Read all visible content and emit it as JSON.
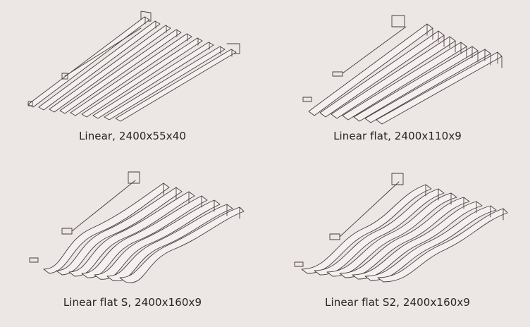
{
  "products": [
    {
      "caption": "Linear, 2400x55x40"
    },
    {
      "caption": "Linear flat, 2400x110x9"
    },
    {
      "caption": "Linear flat S, 2400x160x9"
    },
    {
      "caption": "Linear flat S2, 2400x160x9"
    }
  ],
  "colors": {
    "background": "#ece6e4",
    "line": "#4a3a3e",
    "text": "#2a2224"
  }
}
